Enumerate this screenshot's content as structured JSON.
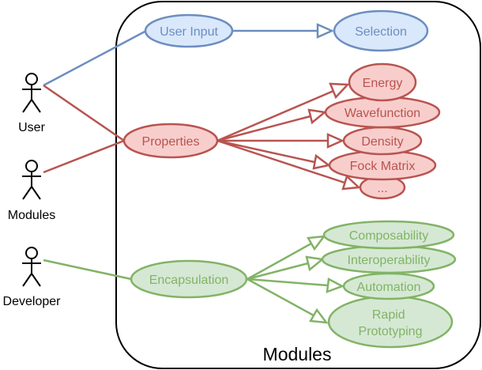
{
  "colors": {
    "blue_stroke": "#6c8ebf",
    "blue_fill": "#dae8fc",
    "blue_text": "#6c8ebf",
    "red_stroke": "#b85450",
    "red_fill": "#f8cecc",
    "red_text": "#b85450",
    "green_stroke": "#82b366",
    "green_fill": "#d5e8d4",
    "green_text": "#82b366",
    "black": "#000000"
  },
  "boundary": {
    "label": "Modules"
  },
  "actors": {
    "user": "User",
    "modules": "Modules",
    "developer": "Developer"
  },
  "use_cases": {
    "user_input": "User Input",
    "selection": "Selection",
    "properties": "Properties",
    "energy": "Energy",
    "wavefunction": "Wavefunction",
    "density": "Density",
    "fock_matrix": "Fock Matrix",
    "more": "...",
    "encapsulation": "Encapsulation",
    "composability": "Composability",
    "interoperability": "Interoperability",
    "automation": "Automation",
    "rapid_line1": "Rapid",
    "rapid_line2": "Prototyping"
  }
}
